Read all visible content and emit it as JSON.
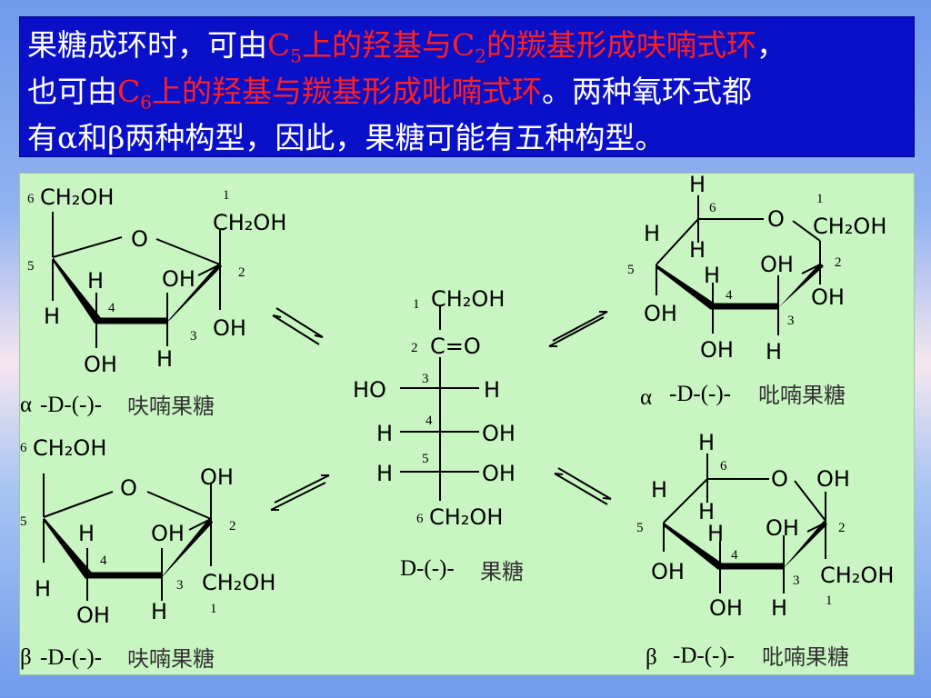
{
  "title": {
    "line1": [
      {
        "text": "果糖成环时，可由",
        "hl": false
      },
      {
        "text": "C",
        "hl": true
      },
      {
        "text": "5",
        "hl": true,
        "sub": true
      },
      {
        "text": "上的羟基与",
        "hl": true
      },
      {
        "text": "C",
        "hl": true
      },
      {
        "text": "2",
        "hl": true,
        "sub": true
      },
      {
        "text": "的羰基形成呋喃式环",
        "hl": true
      },
      {
        "text": "，",
        "hl": false
      }
    ],
    "line2": [
      {
        "text": "也可由",
        "hl": false
      },
      {
        "text": "C",
        "hl": true
      },
      {
        "text": "6",
        "hl": true,
        "sub": true
      },
      {
        "text": "上的羟基与羰基形成吡喃式环",
        "hl": true
      },
      {
        "text": "。两种氧环式都",
        "hl": false
      }
    ],
    "line3": [
      {
        "text": "有α和β两种构型，因此，果糖可能有五种构型。",
        "hl": false
      }
    ]
  },
  "colors": {
    "title_bg": "#0a10c8",
    "highlight": "#ff2020",
    "panel_bg": "#c9f5c2"
  },
  "labels": {
    "CH2OH": "CH₂OH",
    "OH": "OH",
    "H": "H",
    "O": "O",
    "HO": "HO",
    "C_eq_O": "C=O",
    "n1": "1",
    "n2": "2",
    "n3": "3",
    "n4": "4",
    "n5": "5",
    "n6": "6"
  },
  "captions": {
    "alpha_furanose": {
      "prefix": "α",
      "config": "-D-(-)-",
      "name": "呋喃果糖"
    },
    "beta_furanose": {
      "prefix": "β",
      "config": "-D-(-)-",
      "name": "呋喃果糖"
    },
    "open_chain": {
      "config": "D-(-)-",
      "name": "果糖"
    },
    "alpha_pyranose": {
      "prefix": "α",
      "config": "-D-(-)-",
      "name": "吡喃果糖"
    },
    "beta_pyranose": {
      "prefix": "β",
      "config": "-D-(-)-",
      "name": "吡喃果糖"
    }
  },
  "icons": {
    "equilibrium": "equilibrium-arrows-icon"
  }
}
